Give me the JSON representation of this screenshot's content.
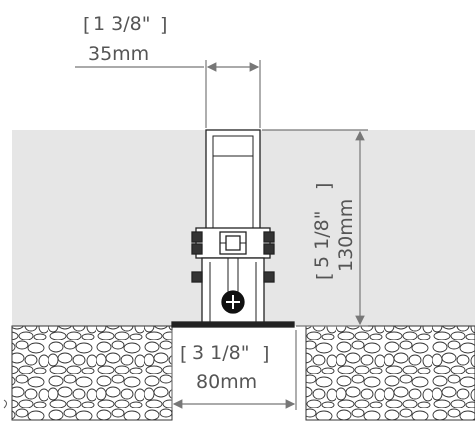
{
  "dimensions": {
    "top_width": {
      "imperial": "1 3/8\"",
      "metric": "35mm"
    },
    "height": {
      "imperial": "5 1/8\"",
      "metric": "130mm"
    },
    "bottom_width": {
      "imperial": "3 1/8\"",
      "metric": "80mm"
    }
  },
  "colors": {
    "background_zone": "#e6e6e6",
    "line": "#777777",
    "text": "#555555",
    "device_stroke": "#222222",
    "device_fill": "#ffffff"
  },
  "icons": {
    "plus_screw": "screw-head-icon",
    "gravel": "gravel-texture"
  }
}
